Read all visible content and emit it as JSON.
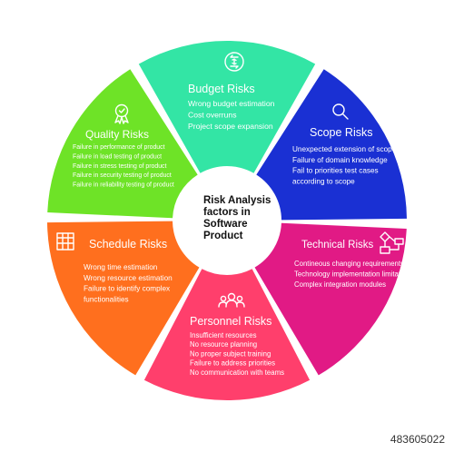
{
  "center": {
    "lines": [
      "Risk Analysis",
      "factors in",
      "Software",
      "Product"
    ]
  },
  "segments": [
    {
      "key": "budget",
      "title": "Budget Risks",
      "color": "#33e5a5",
      "icon": "money-exchange-icon",
      "items": [
        "Wrong budget estimation",
        "Cost overruns",
        "Project scope expansion"
      ]
    },
    {
      "key": "scope",
      "title": "Scope Risks",
      "color": "#1a30d3",
      "icon": "magnifier-icon",
      "items": [
        "Unexpected extension of scope",
        "Failure of domain knowledge",
        "Fail to priorities test cases",
        "according to scope"
      ]
    },
    {
      "key": "technical",
      "title": "Technical Risks",
      "color": "#e11a85",
      "icon": "flowchart-icon",
      "items": [
        "Contineous changing requirements",
        "Technology implementation limitations",
        "Complex integration modules"
      ]
    },
    {
      "key": "personnel",
      "title": "Personnel Risks",
      "color": "#ff3f6c",
      "icon": "team-icon",
      "items": [
        "Insufficient resources",
        "No resource planning",
        "No proper subject training",
        "Failure to address priorities",
        "No communication with teams"
      ]
    },
    {
      "key": "schedule",
      "title": "Schedule Risks",
      "color": "#ff6f1e",
      "icon": "calendar-grid-icon",
      "items": [
        "Wrong time estimation",
        "Wrong resource estimation",
        "Failure to identify complex",
        "functionalities"
      ]
    },
    {
      "key": "quality",
      "title": "Quality Risks",
      "color": "#6ee327",
      "icon": "award-badge-icon",
      "items": [
        "Failure in performance of product",
        "Failure in load testing of product",
        "Failure in stress testing of product",
        "Failure in security testing of product",
        "Failure in reliability testing of product"
      ]
    }
  ],
  "footer": {
    "id_text": "483605022"
  }
}
